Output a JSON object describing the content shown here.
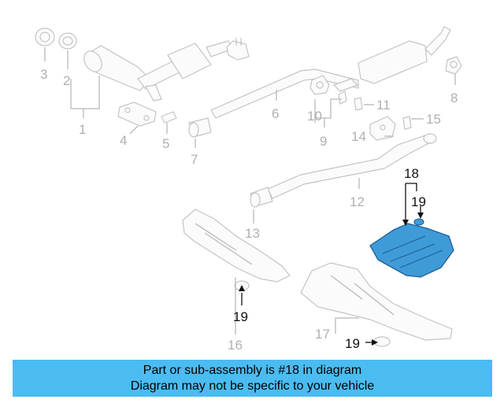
{
  "callouts": {
    "c1": "1",
    "c2": "2",
    "c3": "3",
    "c4": "4",
    "c5": "5",
    "c6": "6",
    "c7": "7",
    "c8": "8",
    "c9": "9",
    "c10": "10",
    "c11": "11",
    "c12": "12",
    "c13": "13",
    "c14": "14",
    "c15": "15",
    "c16": "16",
    "c17": "17",
    "c18": "18",
    "c19a": "19",
    "c19b": "19",
    "c19c": "19"
  },
  "colors": {
    "highlight_part": "#3f9bd8",
    "banner": "#4bbcf1",
    "faded_part": "#c4c4c4"
  },
  "banner": {
    "line1": "Part or sub-assembly is #18 in diagram",
    "line2": "Diagram may not be specific to your vehicle"
  }
}
